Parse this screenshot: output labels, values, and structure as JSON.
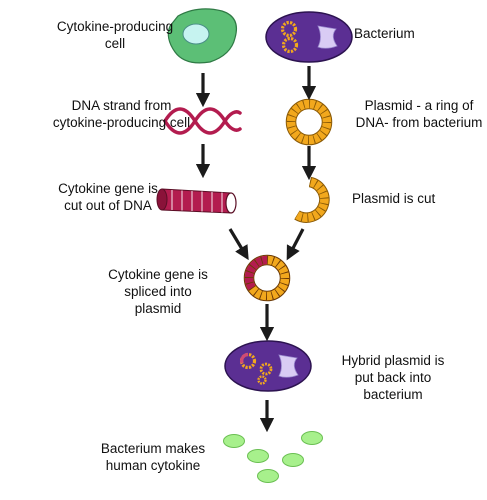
{
  "labels": {
    "cell": [
      "Cytokine-producing",
      "cell"
    ],
    "dna": [
      "DNA strand from",
      "cytokine-producing cell"
    ],
    "gene_cut": [
      "Cytokine gene is",
      "cut out of DNA"
    ],
    "spliced": [
      "Cytokine gene is",
      "spliced into",
      "plasmid"
    ],
    "bacterium": [
      "Bacterium"
    ],
    "plasmid": [
      "Plasmid - a ring of",
      "DNA- from bacterium"
    ],
    "plasmid_cut": [
      "Plasmid is cut"
    ],
    "hybrid": [
      "Hybrid plasmid is",
      "put back into",
      "bacterium"
    ],
    "makes": [
      "Bacterium makes",
      "human cytokine"
    ]
  },
  "colors": {
    "cell": "#5cbf76",
    "nucleus": "#c6f3f0",
    "bacterium": "#5b2f93",
    "bacterium_inner": "#d9ccf4",
    "dna": "#b31c4f",
    "plasmid": "#f2a81d",
    "cytokine": "#a7f08c",
    "arrow": "#1b1b1b"
  }
}
